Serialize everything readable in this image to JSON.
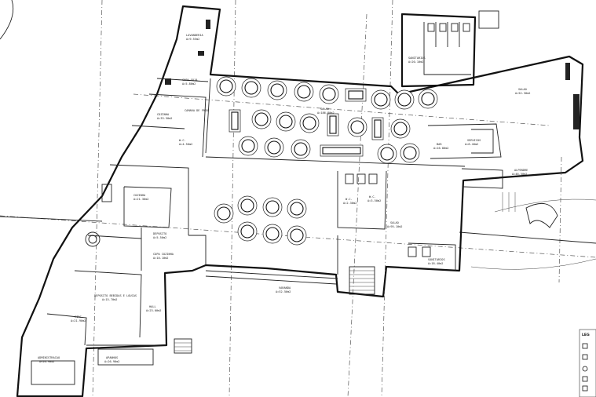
{
  "rooms": {
    "lavanderia": "LAVANDERIA",
    "lavanderia_area": "A=9.55m2",
    "copa_suja": "COPA SUJA",
    "copa_suja_area": "A=5.80m2",
    "cozinha_top": "COZINHA",
    "cozinha_top_area": "A=33.50m2",
    "camara": "CAMARA DE FRIO",
    "cozinha_mid": "COZINHA",
    "cozinha_mid_area": "A=21.30m2",
    "wc_top": "W.C.",
    "wc_top_area": "A=4.50m2",
    "copa_cozinha": "COPA COZINHA",
    "copa_cozinha_area": "A=10.10m2",
    "deposito": "DEPOSITO",
    "deposito_area": "A=5.50m2",
    "bebidas": "DEPOSITO BEBIDAS E LOUCAS",
    "bebidas_area": "A=15.70m2",
    "circ_left": "CIRC.",
    "circ_left_area": "A=21.90m2",
    "hall": "HALL",
    "hall_area": "A=23.00m2",
    "administracao": "ADMINISTRACAO",
    "administracao_area": "A=20.90m2",
    "apanhos": "APANHOS",
    "apanhos_area": "A=26.90m2",
    "salao_a": "SALAO",
    "salao_a_area": "A=186.80m2",
    "salao_b": "SALAO",
    "salao_b_area": "A=52.30m2",
    "salao_c": "SALAO",
    "salao_c_area": "A=95.10m2",
    "varanda": "VARANDA",
    "varanda_area": "A=52.50m2",
    "sanitarios": "SANITARIOS",
    "sanitarios_area": "A=20.10m2",
    "wc_mid": "W.C.",
    "wc_mid_area": "A=3.50m2",
    "wc_low": "W.C.",
    "wc_low_area": "A=2.30m2",
    "bar": "BAR",
    "bar_area": "A=16.80m2",
    "servicos": "SERVICOS",
    "servicos_area": "A=8.40m2",
    "alpendre": "ALPENDRE",
    "alpendre_area": "A=46.50m2",
    "sanit_low": "SANITARIOS",
    "sanit_low_area": "A=18.40m2"
  },
  "legend": {
    "title": "LEG"
  }
}
